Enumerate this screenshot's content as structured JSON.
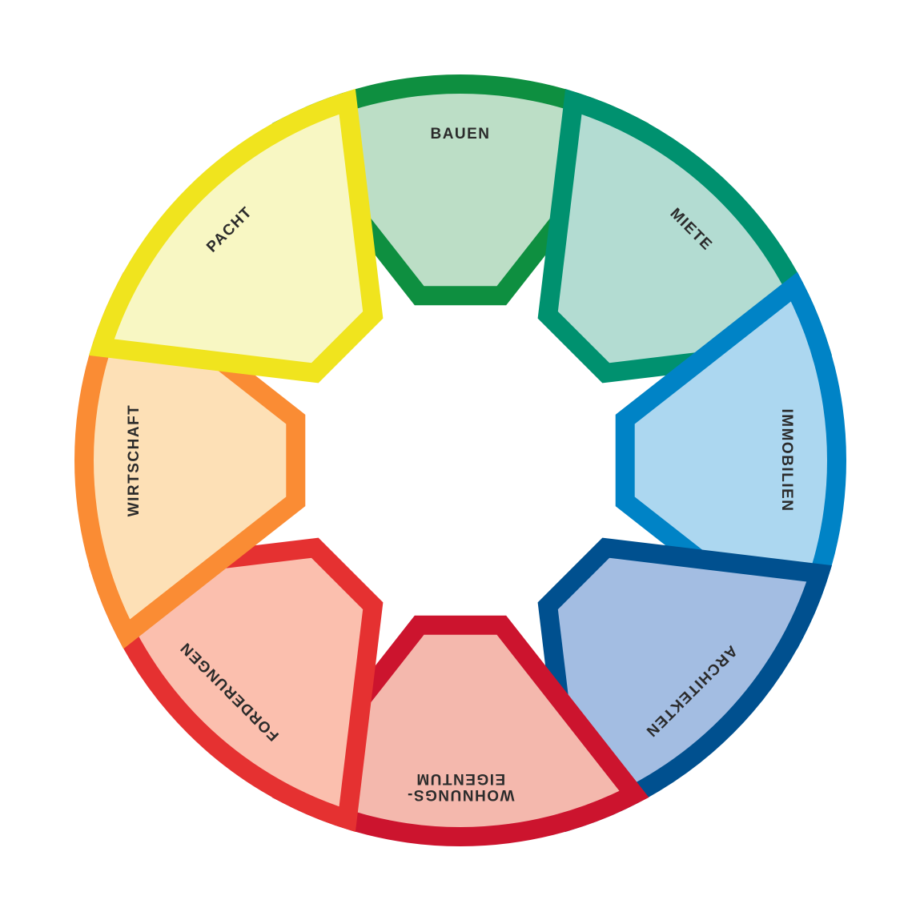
{
  "diagram": {
    "segments": [
      {
        "id": "bauen",
        "lines": [
          "BAUEN"
        ],
        "fill": "#bcdec6",
        "stroke": "#0e8f40"
      },
      {
        "id": "miete",
        "lines": [
          "MIETE"
        ],
        "fill": "#b3dcd2",
        "stroke": "#00916f"
      },
      {
        "id": "immobilien",
        "lines": [
          "IMMOBILIEN"
        ],
        "fill": "#acd7f0",
        "stroke": "#0083c6"
      },
      {
        "id": "architekten",
        "lines": [
          "ARCHITEKTEN"
        ],
        "fill": "#a3bde2",
        "stroke": "#00508f"
      },
      {
        "id": "wohnungseigentum",
        "lines": [
          "WOHNUNGS-",
          "EIGENTUM"
        ],
        "fill": "#f4b8ad",
        "stroke": "#cc142e"
      },
      {
        "id": "forderungen",
        "lines": [
          "FORDERUNGEN"
        ],
        "fill": "#fbbfae",
        "stroke": "#e53131"
      },
      {
        "id": "wirtschaft",
        "lines": [
          "WIRTSCHAFT"
        ],
        "fill": "#fde0b6",
        "stroke": "#fa8c34"
      },
      {
        "id": "pacht",
        "lines": [
          "PACHT"
        ],
        "fill": "#f8f7c3",
        "stroke": "#f0e41e"
      }
    ]
  }
}
